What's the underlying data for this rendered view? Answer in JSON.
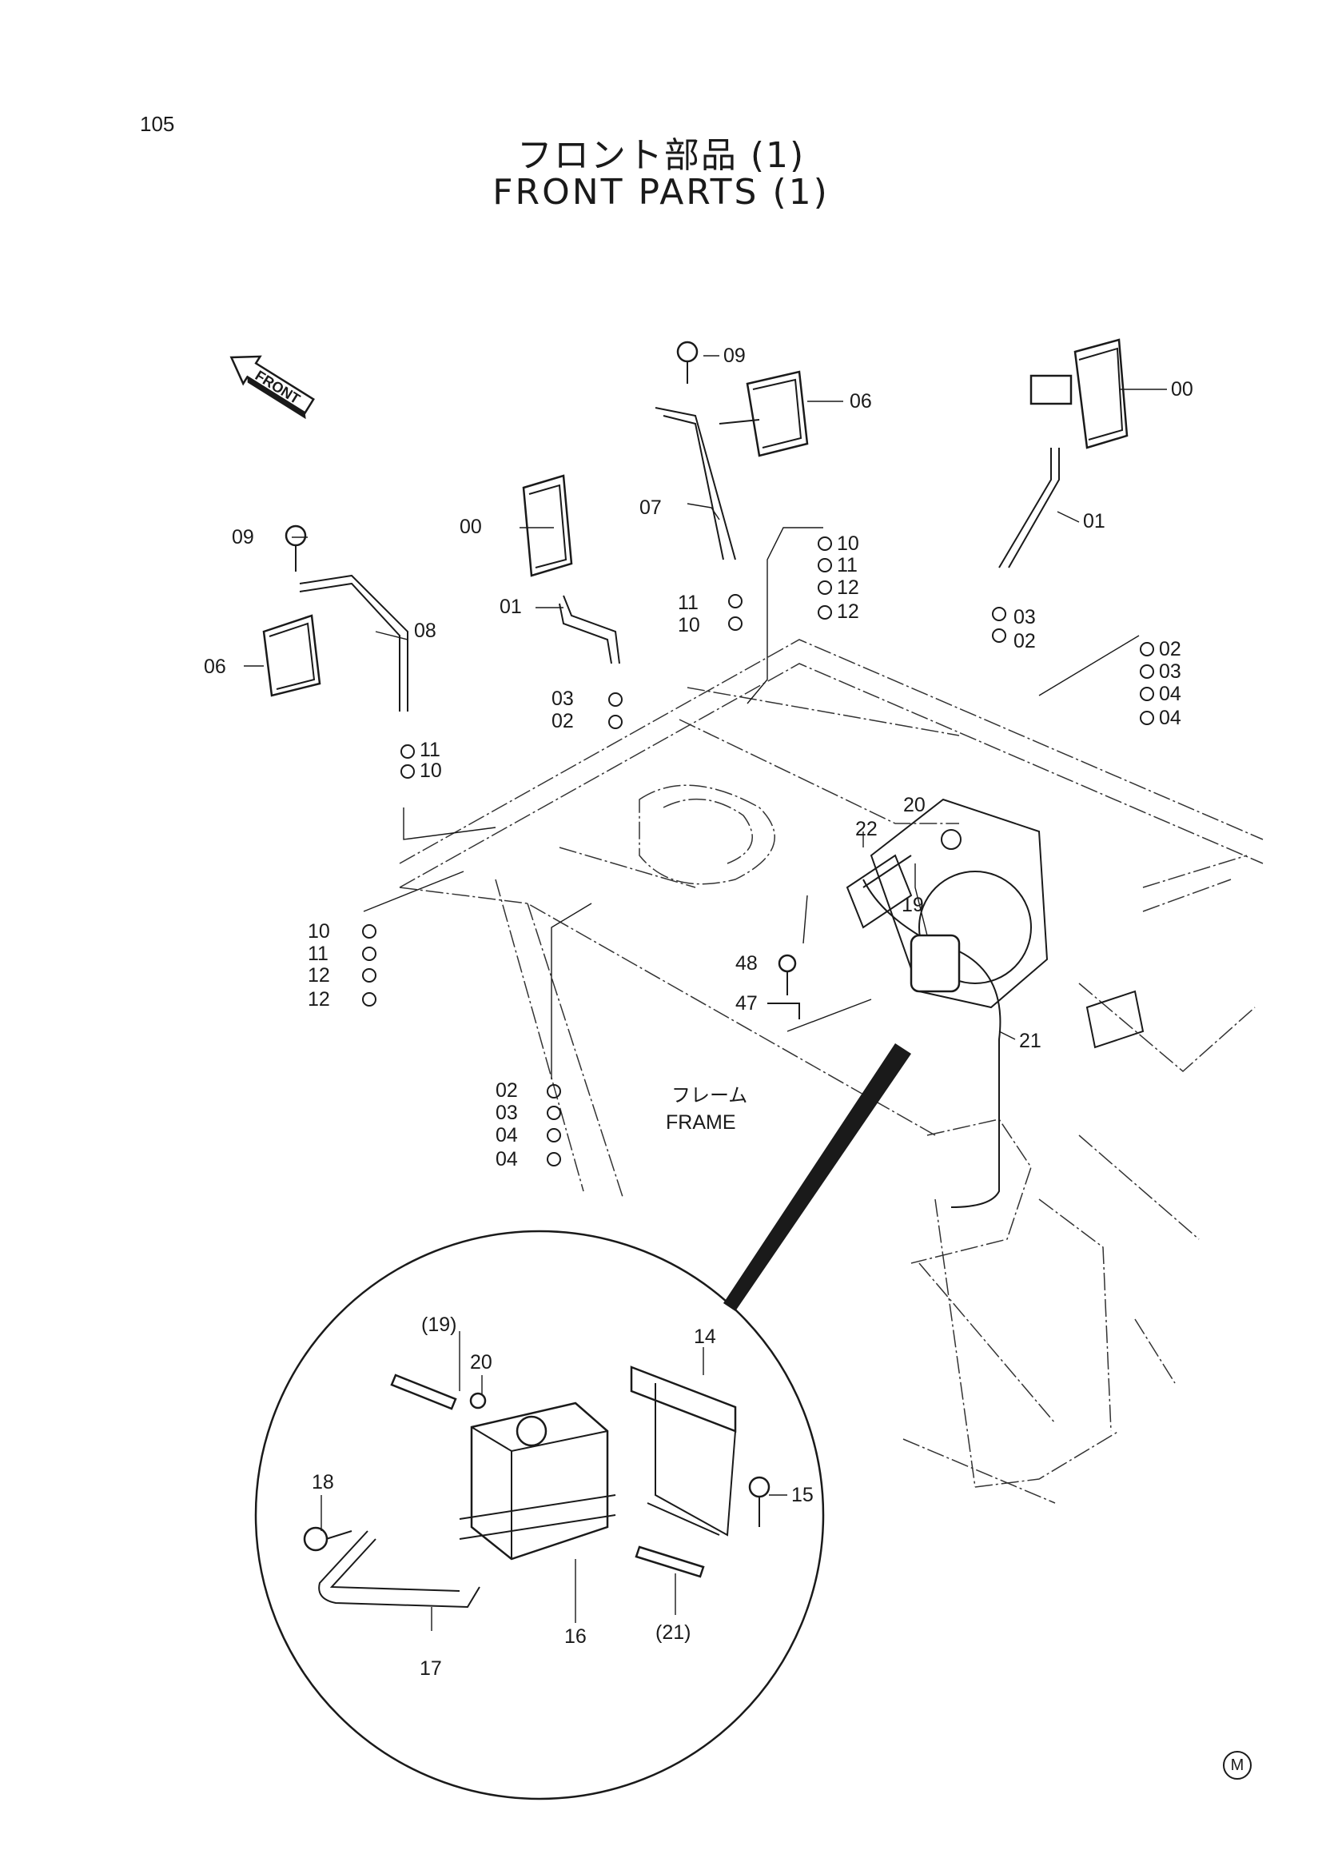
{
  "page_number": "105",
  "title_jp": "フロント部品 (1)",
  "title_en": "FRONT PARTS (1)",
  "direction_arrow": "FRONT",
  "frame_label_jp": "フレーム",
  "frame_label_en": "FRAME",
  "mark": "M",
  "callouts": {
    "c00a": "00",
    "c00b": "00",
    "c01a": "01",
    "c01b": "01",
    "c02a": "02",
    "c02b": "02",
    "c02c": "02",
    "c02d": "02",
    "c03a": "03",
    "c03b": "03",
    "c03c": "03",
    "c03d": "03",
    "c04a": "04",
    "c04b": "04",
    "c04c": "04",
    "c04d": "04",
    "c06a": "06",
    "c06b": "06",
    "c07": "07",
    "c08": "08",
    "c09a": "09",
    "c09b": "09",
    "c10a": "10",
    "c10b": "10",
    "c10c": "10",
    "c10d": "10",
    "c11a": "11",
    "c11b": "11",
    "c11c": "11",
    "c11d": "11",
    "c12a": "12",
    "c12b": "12",
    "c12c": "12",
    "c12d": "12",
    "c14": "14",
    "c15": "15",
    "c16": "16",
    "c17": "17",
    "c18": "18",
    "c19": "19",
    "c19p": "(19)",
    "c20": "20",
    "c20b": "20",
    "c21": "21",
    "c21p": "(21)",
    "c22": "22",
    "c47": "47",
    "c48": "48"
  }
}
